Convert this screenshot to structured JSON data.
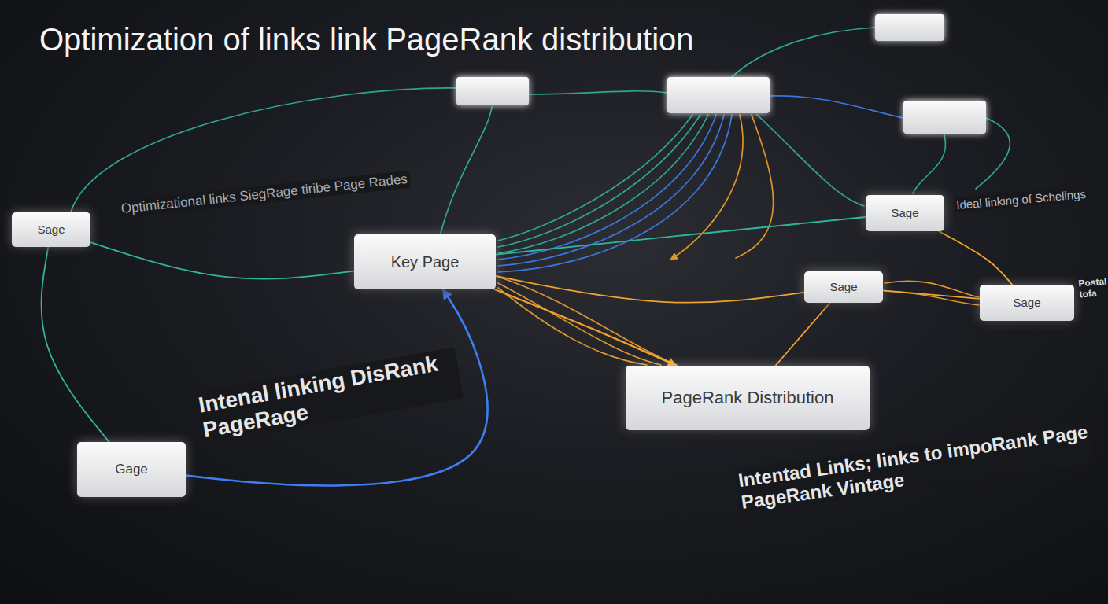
{
  "diagram": {
    "title": "Optimization of links link PageRank distribution",
    "nodes": [
      {
        "text": [
          "Sage"
        ]
      },
      {
        "text": [
          "Key Page"
        ]
      },
      {
        "text": [
          "Sage"
        ]
      },
      {
        "text": [
          "Sage"
        ]
      },
      {
        "text": [
          "Sage"
        ]
      },
      {
        "text": [
          "Gage"
        ]
      },
      {
        "text": [
          "PageRank Distribution"
        ]
      }
    ],
    "edges": [
      {
        "from": 0,
        "to": 1,
        "arrow": "none"
      },
      {
        "from": 0,
        "to": 5,
        "arrow": "none"
      },
      {
        "from": 5,
        "to": 1,
        "arrow": "to"
      },
      {
        "from": 1,
        "to": 6,
        "arrow": "to"
      },
      {
        "from": 1,
        "to": 3,
        "arrow": "none"
      },
      {
        "from": 3,
        "to": 4,
        "arrow": "none"
      },
      {
        "from": 2,
        "to": 4,
        "arrow": "none"
      },
      {
        "from": 3,
        "to": 6,
        "arrow": "none"
      },
      {
        "from": 1,
        "to": 2,
        "arrow": "none"
      }
    ],
    "labels": [
      "Optimizational links SiegRage tiribe Page Rades",
      "Intenal linking DisRank PageRage",
      "Intentad Links; links to impoRank Page PageRank Vintage",
      "Ideal linking of Schelings",
      "Postal tofa"
    ]
  }
}
